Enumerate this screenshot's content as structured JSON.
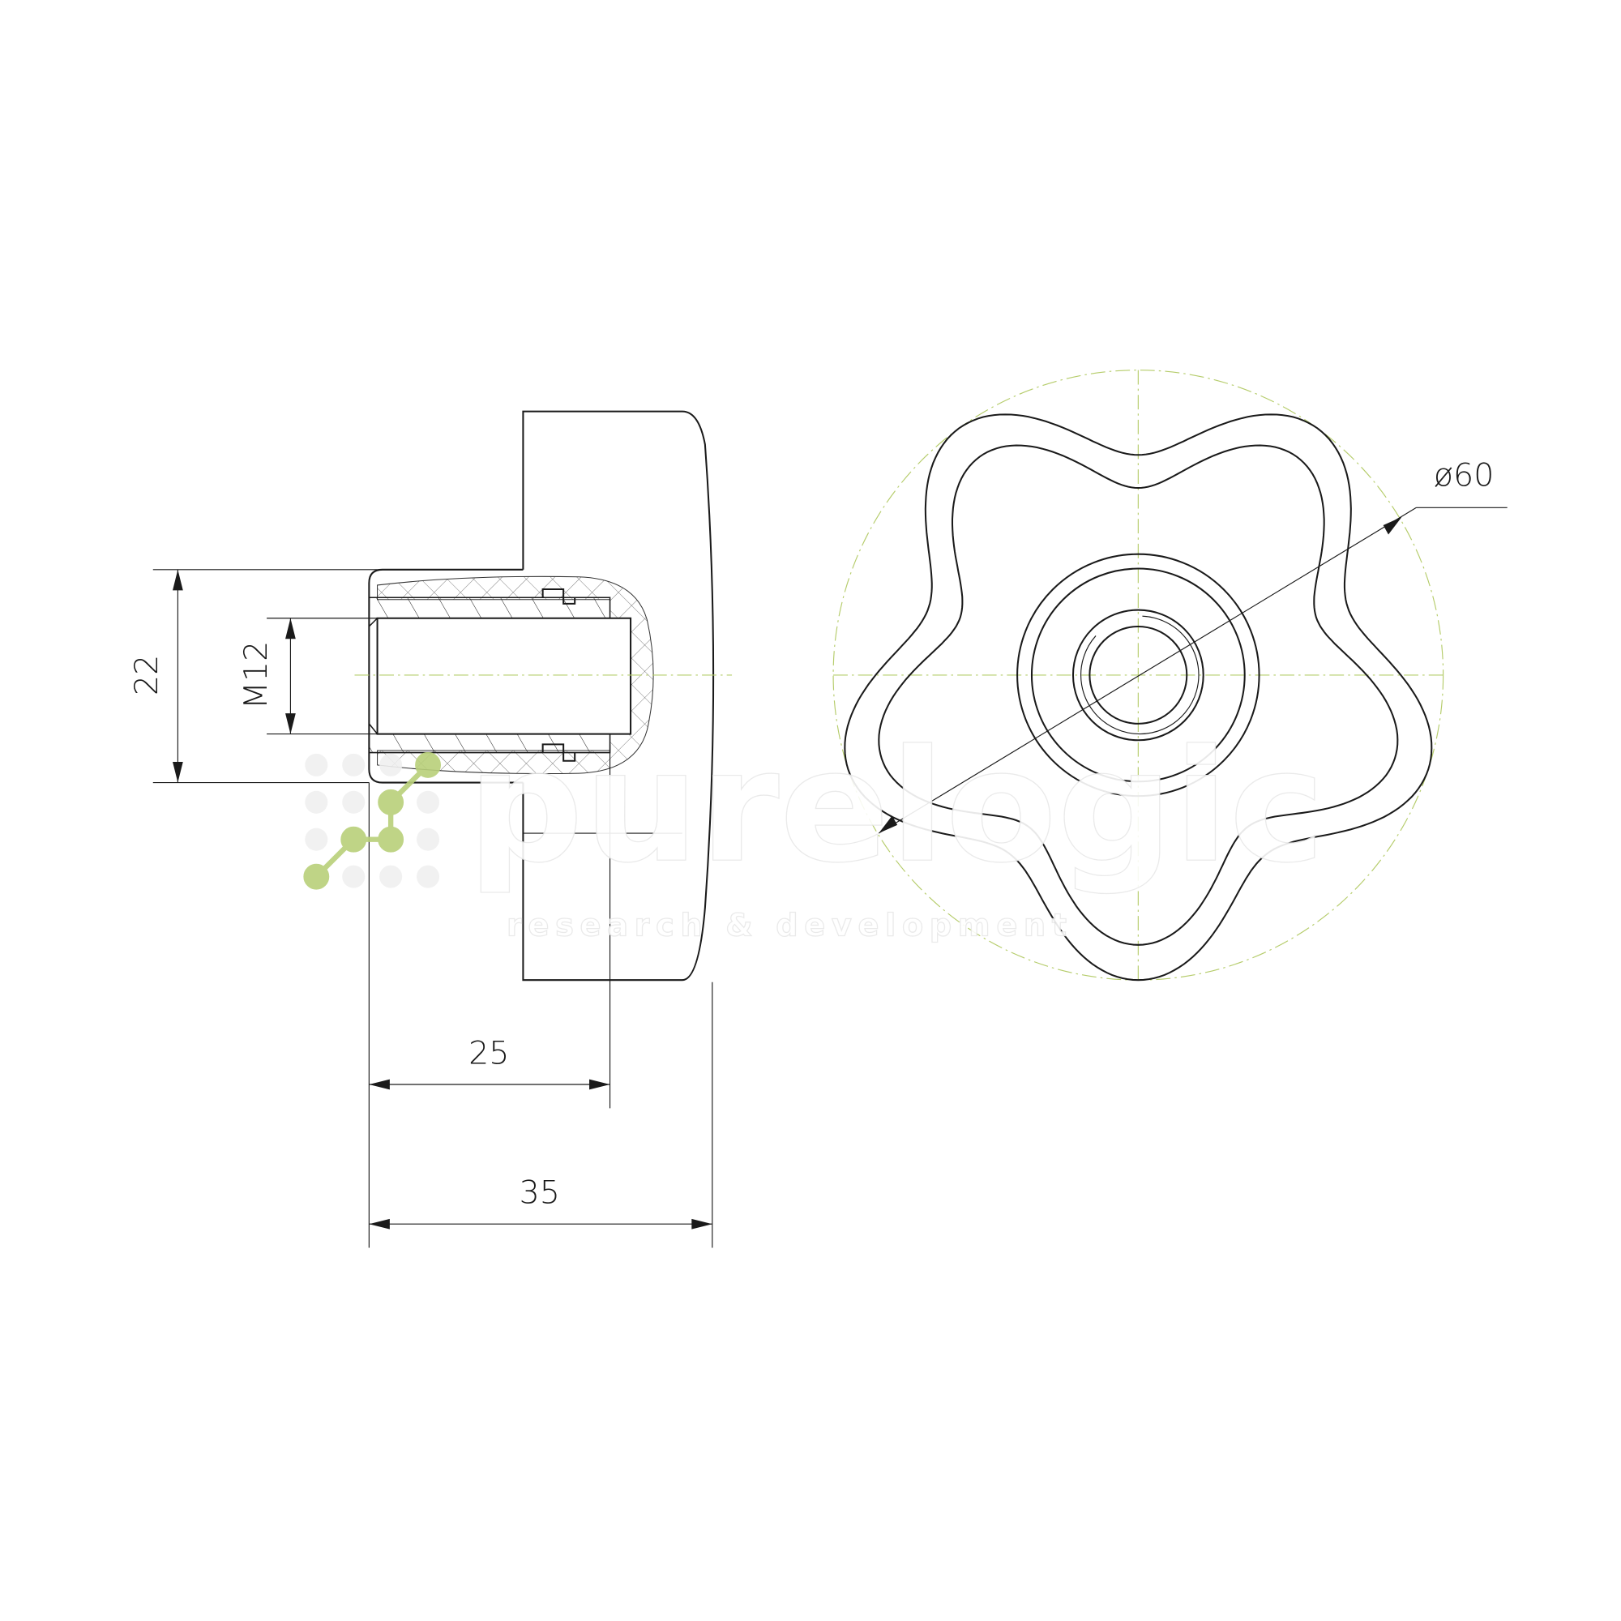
{
  "drawing": {
    "dimensions": {
      "hub_diameter": "22",
      "thread": "M12",
      "hub_length": "25",
      "total_length": "35",
      "outer_diameter": "ø60"
    },
    "colors": {
      "line": "#1a1a1a",
      "centerline": "#b5cc6a",
      "logo_green": "#b9d07a"
    }
  },
  "watermark": {
    "brand": "purelogic",
    "tagline": "research & development"
  }
}
